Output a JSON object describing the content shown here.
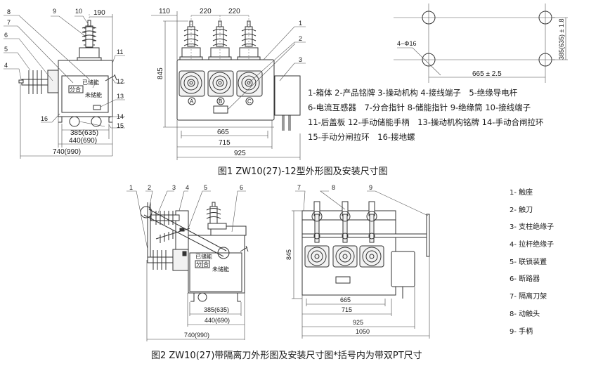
{
  "figure1": {
    "caption": "图1 ZW10(27)-12型外形图及安装尺寸图",
    "side_view": {
      "callouts": [
        "4",
        "5",
        "6",
        "7",
        "8",
        "9",
        "10",
        "11",
        "12",
        "13",
        "14",
        "15",
        "16"
      ],
      "dim_top": "190",
      "dim_385": "385(635)",
      "dim_440": "440(690)",
      "dim_740": "740(990)",
      "indicator_open_close": "分合",
      "indicator_charged": "已储能",
      "indicator_uncharged": "未储能"
    },
    "front_view": {
      "callouts": [
        "1",
        "2",
        "3"
      ],
      "dim_110": "110",
      "dim_220a": "220",
      "dim_220b": "220",
      "dim_845": "845",
      "dim_665": "665",
      "dim_715": "715",
      "dim_925": "925",
      "phase_a": "A",
      "phase_b": "B",
      "phase_c": "C"
    },
    "mounting_plan": {
      "hole_label": "4−Φ16",
      "dim_width": "665 ± 2.5",
      "dim_height": "385(635) ± 1.8"
    },
    "legend": [
      "1-箱体 2-产品铭牌 3-操动机构 4-接线端子　5-绝缘导电杆",
      "6-电流互感器　7-分合指针 8-储能指针 9-绝缘筒 10-接线端子",
      "11-后盖板 12-手动储能手柄　13-操动机构铭牌 14-手动合闸拉环",
      "15-手动分闸拉环　16-接地螺"
    ]
  },
  "figure2": {
    "caption": "图2 ZW10(27)带隔离刀外形图及安装尺寸图*括号内为带双PT尺寸",
    "side_view": {
      "callouts": [
        "1",
        "2",
        "3",
        "4",
        "5",
        "6"
      ],
      "dim_385": "385(635)",
      "dim_440": "440(690)",
      "dim_740": "740(990)",
      "indicator_open": "分",
      "indicator_close": "合",
      "indicator_charged": "已储能",
      "indicator_uncharged": "未储能"
    },
    "front_view": {
      "callouts": [
        "7",
        "8",
        "9"
      ],
      "dim_845": "845",
      "dim_665": "665",
      "dim_715": "715",
      "dim_925": "925",
      "dim_1050": "1050"
    },
    "legend": [
      "1- 触座",
      "2- 触刀",
      "3- 支柱绝缘子",
      "4- 拉杆绝缘子",
      "5- 联锁装置",
      "6- 断路器",
      "7- 隔离刀架",
      "8- 动触头",
      "9- 手柄"
    ]
  }
}
